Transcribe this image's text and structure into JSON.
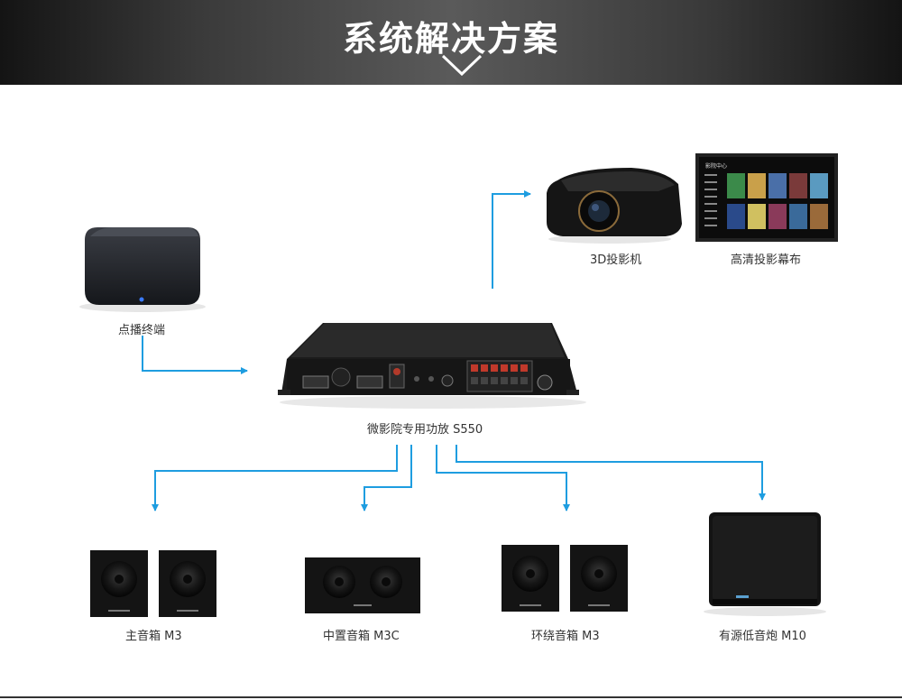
{
  "header": {
    "title": "系统解决方案"
  },
  "nodes": {
    "player": "点播终端",
    "amplifier": "微影院专用功放 S550",
    "projector": "3D投影机",
    "screen": "高清投影幕布",
    "screen_ui_title": "影院中心",
    "main_speakers": "主音箱 M3",
    "center_speaker": "中置音箱 M3C",
    "surround_speakers": "环绕音箱 M3",
    "subwoofer": "有源低音炮 M10"
  },
  "colors": {
    "arrow": "#1e9de0",
    "banner_dark": "#141414",
    "banner_light": "#5a5a5a"
  }
}
